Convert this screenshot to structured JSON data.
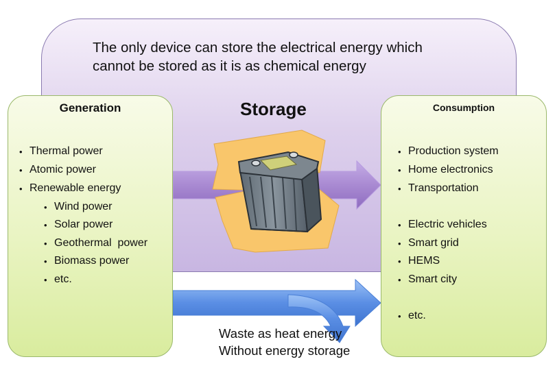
{
  "storage": {
    "description_line1": "The only device can store the electrical energy which",
    "description_line2": "cannot be stored as it is as chemical energy",
    "title": "Storage"
  },
  "generation": {
    "title": "Generation",
    "items": [
      {
        "label": "Thermal power",
        "level": 1
      },
      {
        "label": "Atomic power",
        "level": 1
      },
      {
        "label": "Renewable energy",
        "level": 1
      },
      {
        "label": "Wind power",
        "level": 2
      },
      {
        "label": "Solar power",
        "level": 2
      },
      {
        "label": "Geothermal  power",
        "level": 2
      },
      {
        "label": "Biomass power",
        "level": 2
      },
      {
        "label": "etc.",
        "level": 2
      }
    ]
  },
  "consumption": {
    "title": "Consumption",
    "items": [
      {
        "label": "Production system"
      },
      {
        "label": "Home electronics"
      },
      {
        "label": "Transportation"
      },
      {
        "label": "Electric vehicles"
      },
      {
        "label": "Smart grid"
      },
      {
        "label": "HEMS"
      },
      {
        "label": "Smart city"
      },
      {
        "label": "etc."
      }
    ]
  },
  "waste": {
    "line1": "Waste as heat energy",
    "line2": "Without energy storage"
  },
  "colors": {
    "storage_arrow": "#a98ad2",
    "direct_arrow": "#5a8ee4",
    "battery_paper": "#f9c66b"
  },
  "icons": {
    "battery": "battery-icon"
  }
}
